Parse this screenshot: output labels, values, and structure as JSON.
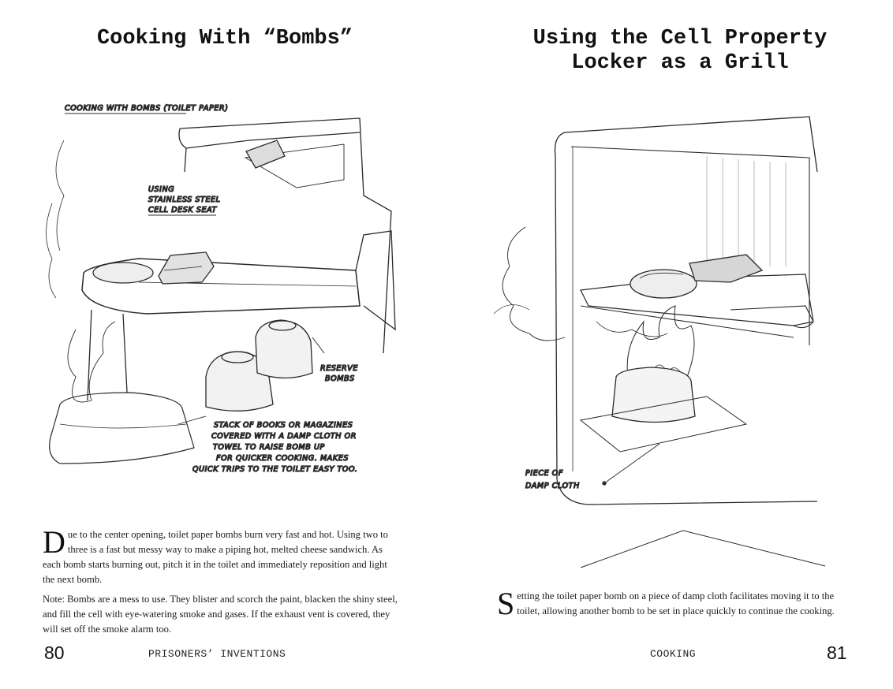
{
  "left_page": {
    "title": "Cooking With “Bombs”",
    "illustration_labels": {
      "heading": "COOKING WITH BOMBS (TOILET PAPER)",
      "seat_line1": "USING",
      "seat_line2": "STAINLESS STEEL",
      "seat_line3": "CELL DESK SEAT",
      "reserve_line1": "RESERVE",
      "reserve_line2": "BOMBS",
      "stack_line1": "STACK OF BOOKS OR MAGAZINES",
      "stack_line2": "COVERED WITH A DAMP CLOTH OR",
      "stack_line3": "TOWEL TO RAISE BOMB UP",
      "stack_line4": "FOR QUICKER COOKING. MAKES",
      "stack_line5": "QUICK TRIPS TO THE TOILET EASY TOO."
    },
    "paragraph1_dropcap": "D",
    "paragraph1_rest": "ue to the center opening, toilet paper bombs burn very fast and hot. Using two to three is a fast but messy way to make a piping hot, melted cheese sandwich. As each bomb starts burning out, pitch it in the toilet and immediately reposition and light the next bomb.",
    "paragraph2": "Note: Bombs are a mess to use. They blister and scorch the paint, blacken the shiny steel, and fill the cell with eye-watering smoke and gases. If the exhaust vent is covered, they will set off the smoke alarm too.",
    "page_number": "80",
    "running_head": "PRISONERS’ INVENTIONS"
  },
  "right_page": {
    "title": "Using the Cell Property\nLocker as a Grill",
    "illustration_labels": {
      "cloth_line1": "PIECE OF",
      "cloth_line2": "DAMP CLOTH"
    },
    "paragraph1_dropcap": "S",
    "paragraph1_rest": "etting the toilet paper bomb on a piece of damp cloth facilitates moving it to the toilet, allowing another bomb to be set in place quickly to continue the cooking.",
    "running_head": "COOKING",
    "page_number": "81"
  }
}
